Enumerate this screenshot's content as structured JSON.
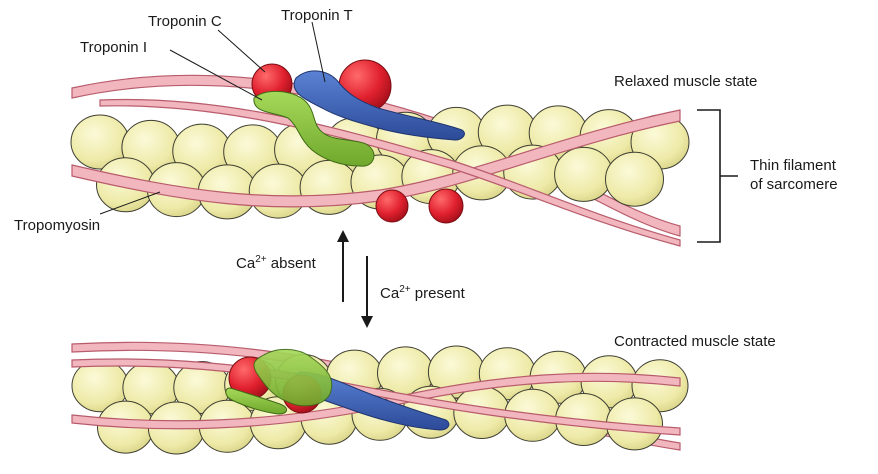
{
  "labels": {
    "troponin_c": "Troponin C",
    "troponin_t": "Troponin T",
    "troponin_i": "Troponin I",
    "tropomyosin": "Tropomyosin",
    "relaxed_state": "Relaxed muscle state",
    "contracted_state": "Contracted muscle state",
    "thin_filament_line1": "Thin filament",
    "thin_filament_line2": "of sarcomere"
  },
  "arrows": {
    "ca_absent": {
      "ion": "Ca",
      "charge": "2+",
      "text": " absent"
    },
    "ca_present": {
      "ion": "Ca",
      "charge": "2+",
      "text": " present"
    }
  },
  "colors": {
    "actin_fill": "#f1efb4",
    "actin_stroke": "#3e3e32",
    "tropomyosin_fill": "#f2b6be",
    "tropomyosin_stroke": "#b85c6c",
    "troponin_c": "#e0202e",
    "troponin_t": "#3f63b8",
    "troponin_i": "#8cc63f"
  }
}
